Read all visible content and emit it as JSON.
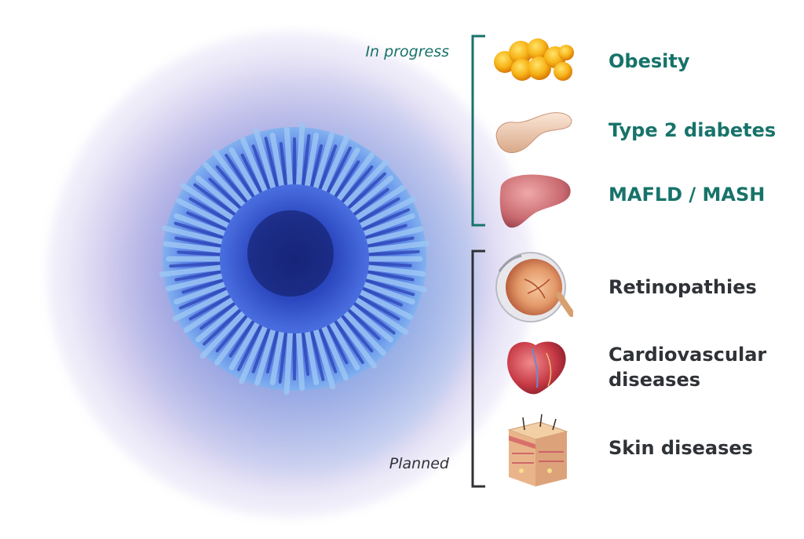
{
  "groups": {
    "in_progress": "In progress",
    "planned": "Planned"
  },
  "diseases": {
    "obesity": "Obesity",
    "type2_diabetes": "Type 2 diabetes",
    "mafld": "MAFLD / MASH",
    "retinopathies": "Retinopathies",
    "cardiovascular_line1": "Cardiovascular",
    "cardiovascular_line2": "diseases",
    "skin": "Skin diseases"
  },
  "colors": {
    "active": "#17736a",
    "planned": "#2f3236",
    "particle": "#4a6fe0"
  },
  "icons": {
    "obesity": "fat-cells-icon",
    "type2_diabetes": "pancreas-icon",
    "mafld": "liver-icon",
    "retinopathies": "eye-icon",
    "cardiovascular": "heart-icon",
    "skin": "skin-layers-icon"
  }
}
